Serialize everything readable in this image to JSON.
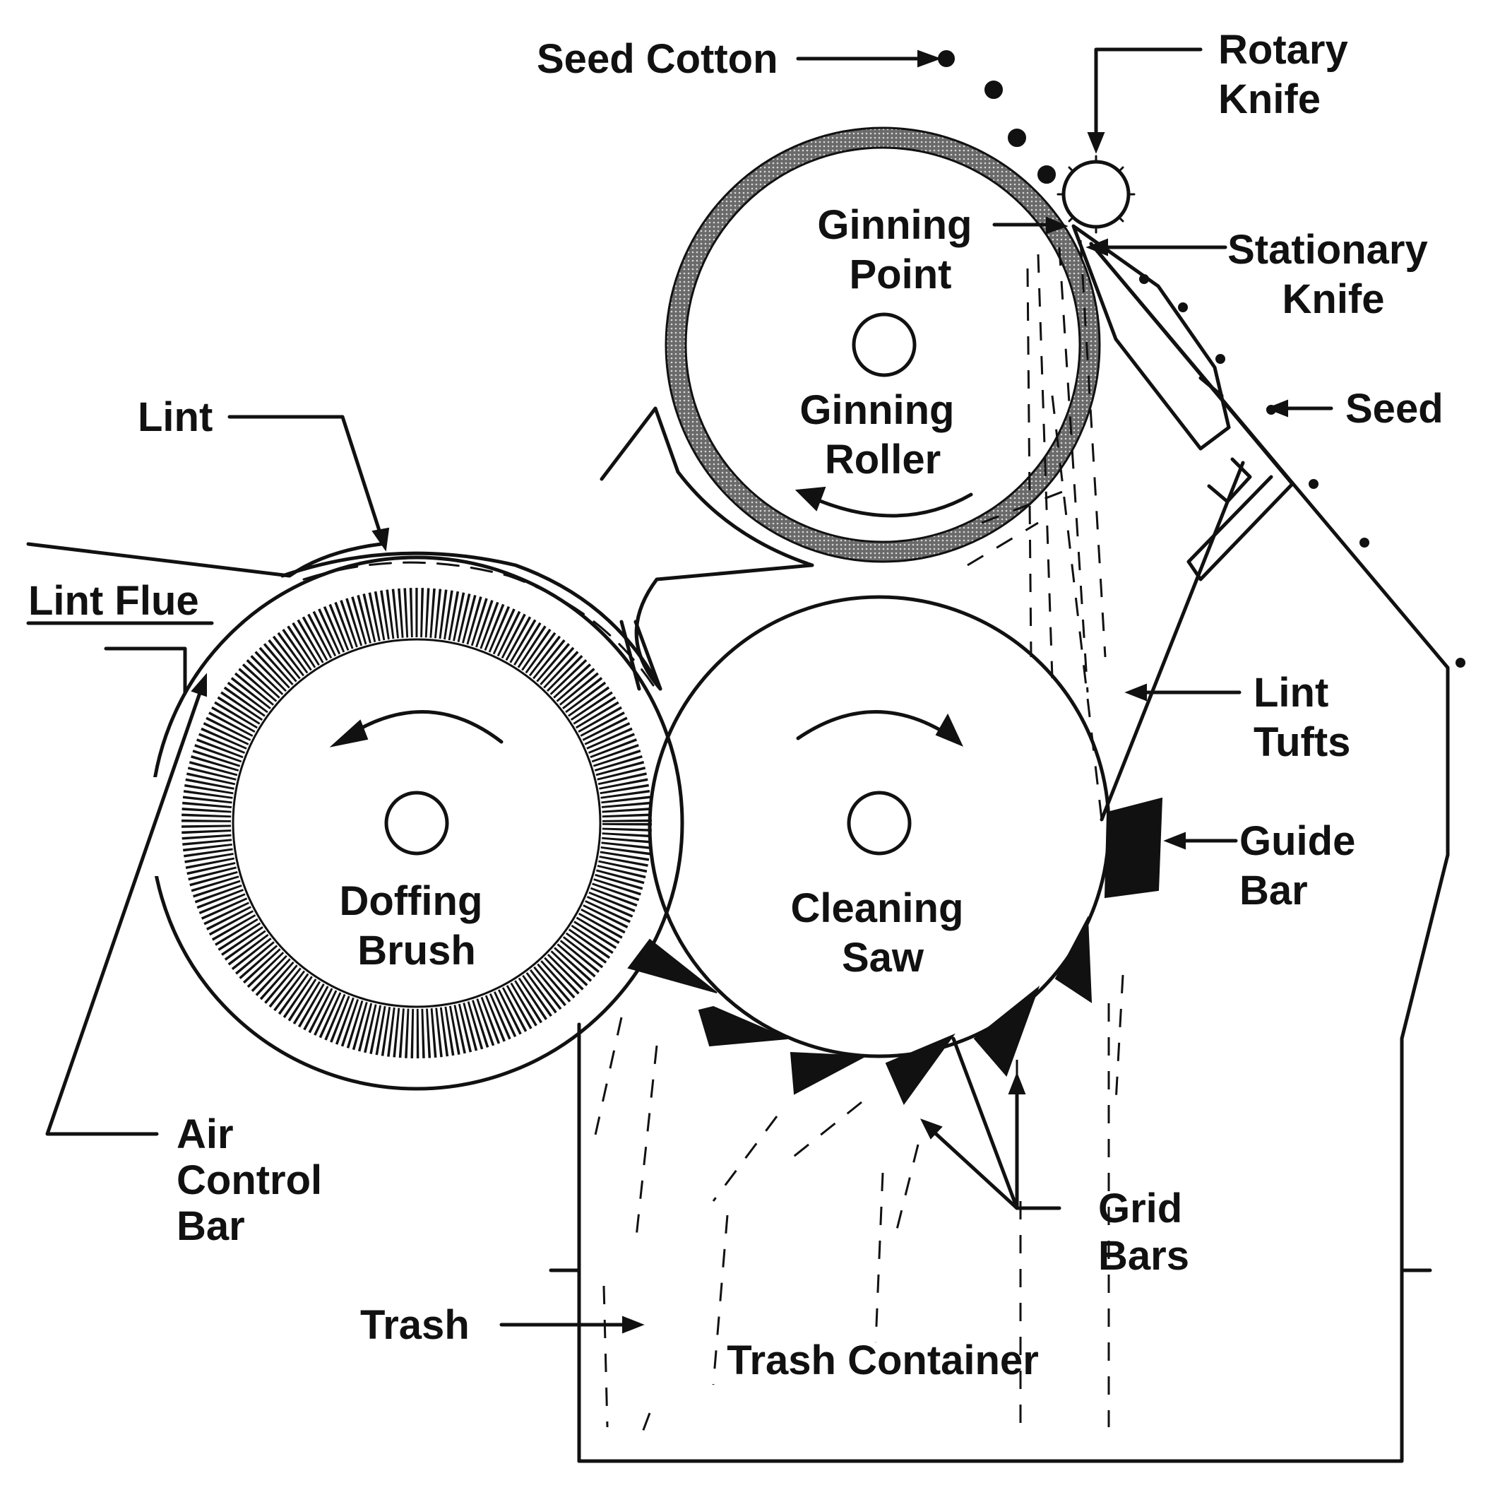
{
  "labels": {
    "seed_cotton": "Seed Cotton",
    "rotary_knife": [
      "Rotary",
      "Knife"
    ],
    "ginning_point": [
      "Ginning",
      "Point"
    ],
    "stationary_knife": [
      "Stationary",
      "Knife"
    ],
    "ginning_roller": [
      "Ginning",
      "Roller"
    ],
    "seed": "Seed",
    "lint": "Lint",
    "lint_flue": "Lint Flue",
    "lint_tufts": [
      "Lint",
      "Tufts"
    ],
    "guide_bar": [
      "Guide",
      "Bar"
    ],
    "doffing_brush": [
      "Doffing",
      "Brush"
    ],
    "cleaning_saw": [
      "Cleaning",
      "Saw"
    ],
    "air_control_bar": [
      "Air",
      "Control",
      "Bar"
    ],
    "grid_bars": [
      "Grid",
      "Bars"
    ],
    "trash": "Trash",
    "trash_container": "Trash Container"
  }
}
